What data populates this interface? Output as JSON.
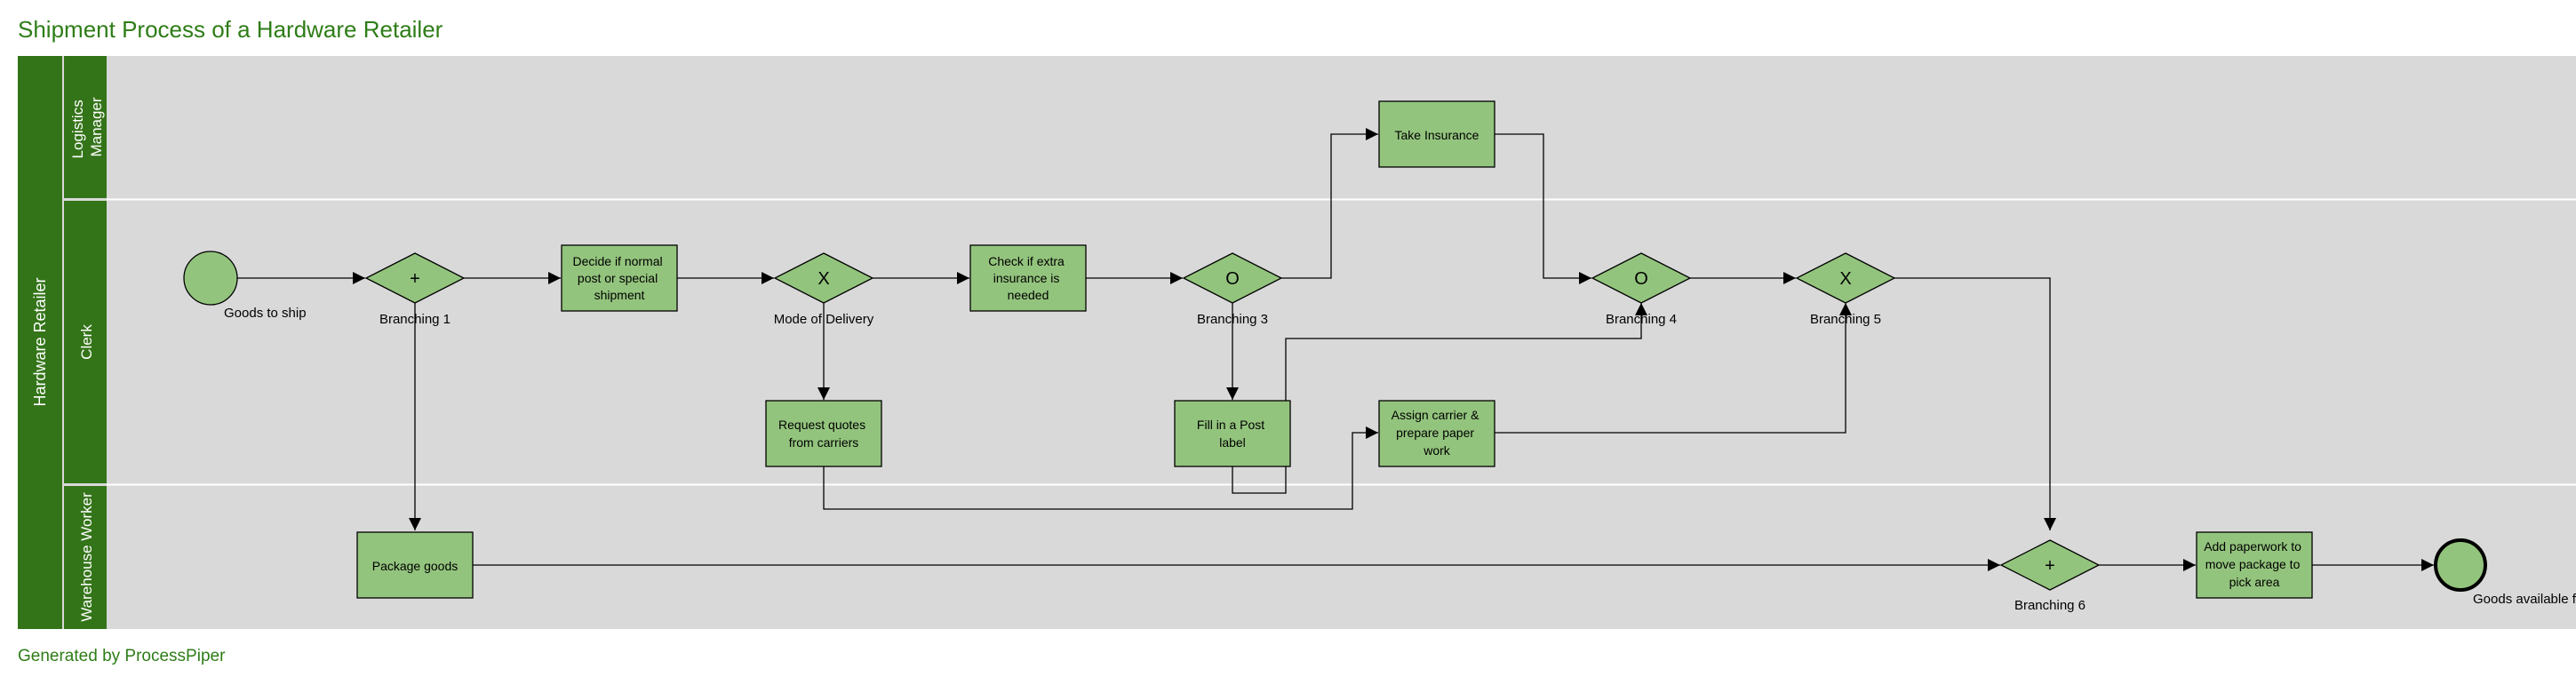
{
  "title": "Shipment Process of a Hardware Retailer",
  "footer": "Generated by ProcessPiper",
  "pool": {
    "label": "Hardware Retailer"
  },
  "lanes": [
    {
      "id": "logistics",
      "label_line1": "Logistics",
      "label_line2": "Manager"
    },
    {
      "id": "clerk",
      "label_line1": "Clerk",
      "label_line2": ""
    },
    {
      "id": "warehouse",
      "label_line1": "Warehouse Worker",
      "label_line2": ""
    }
  ],
  "nodes": {
    "start": {
      "label": "Goods to ship"
    },
    "b1": {
      "symbol": "+",
      "label": "Branching 1"
    },
    "decide": {
      "lines": [
        "Decide if normal",
        "post or special",
        "shipment"
      ]
    },
    "mode": {
      "symbol": "X",
      "label": "Mode of Delivery"
    },
    "check": {
      "lines": [
        "Check if extra",
        "insurance is",
        "needed"
      ]
    },
    "b3": {
      "symbol": "O",
      "label": "Branching 3"
    },
    "insurance": {
      "lines": [
        "Take Insurance"
      ]
    },
    "b4": {
      "symbol": "O",
      "label": "Branching 4"
    },
    "b5": {
      "symbol": "X",
      "label": "Branching 5"
    },
    "quotes": {
      "lines": [
        "Request quotes",
        "from carriers"
      ]
    },
    "post": {
      "lines": [
        "Fill in a Post",
        "label"
      ]
    },
    "carrier": {
      "lines": [
        "Assign carrier &",
        "prepare paper",
        "work"
      ]
    },
    "package": {
      "lines": [
        "Package goods"
      ]
    },
    "b6": {
      "symbol": "+",
      "label": "Branching 6"
    },
    "paperwork": {
      "lines": [
        "Add paperwork to",
        "move package to",
        "pick area"
      ]
    },
    "end": {
      "label": "Goods available for pick"
    }
  },
  "colors": {
    "title": "#2e7d17",
    "pool_band": "#347419",
    "lane_bg": "#d9d9d9",
    "node_fill": "#93c47d",
    "stroke": "#000000"
  }
}
